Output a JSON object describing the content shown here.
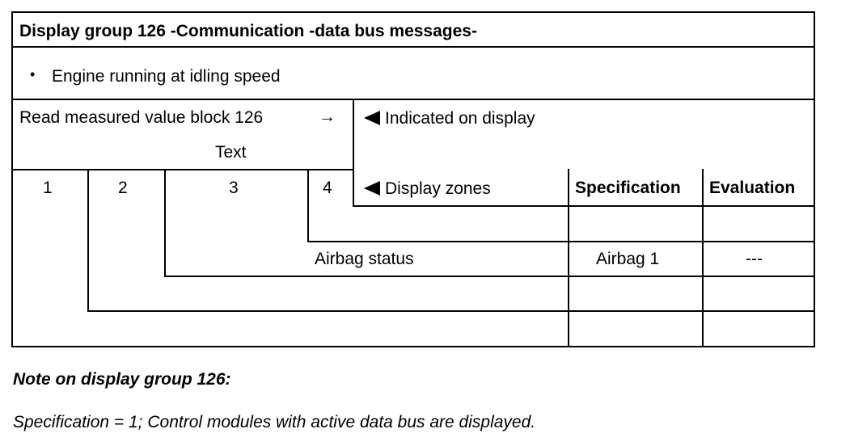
{
  "header": {
    "title": "Display group 126 -Communication -data bus messages-"
  },
  "precondition": {
    "bullet": "•",
    "text": "Engine running at idling speed"
  },
  "left_header": {
    "line1": "Read measured value block 126",
    "arrow": "→",
    "line2": "Text"
  },
  "right_header": {
    "indicated": "Indicated on display",
    "zones": "Display zones"
  },
  "columns": {
    "c1": "1",
    "c2": "2",
    "c3": "3",
    "c4": "4",
    "specification": "Specification",
    "evaluation": "Evaluation"
  },
  "rows": [
    {
      "label": "",
      "spec": "",
      "eval": ""
    },
    {
      "label": "Airbag status",
      "spec": "Airbag 1",
      "eval": "---"
    },
    {
      "label": "",
      "spec": "",
      "eval": ""
    },
    {
      "label": "",
      "spec": "",
      "eval": ""
    }
  ],
  "note": {
    "heading": "Note on display group 126:",
    "text": "Specification = 1; Control modules with active data bus are displayed."
  }
}
